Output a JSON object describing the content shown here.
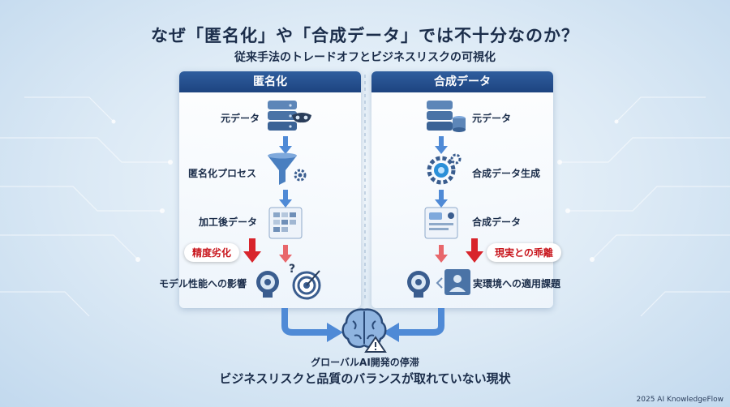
{
  "header": {
    "title": "なぜ「匿名化」や「合成データ」では不十分なのか？",
    "subtitle": "従来手法のトレードオフとビジネスリスクの可視化"
  },
  "left_panel": {
    "title": "匿名化",
    "steps": [
      "元データ",
      "匿名化プロセス",
      "加工後データ"
    ],
    "issue_badge": "精度劣化",
    "result": "モデル性能への影響"
  },
  "right_panel": {
    "title": "合成データ",
    "steps": [
      "元データ",
      "合成データ生成",
      "合成データ"
    ],
    "issue_badge": "現実との乖離",
    "result": "実環境への適用課題"
  },
  "conclusion": {
    "line1": "グローバルAI開発の停滞",
    "line2": "ビジネスリスクと品質のバランスが取れていない現状"
  },
  "footer": {
    "credit": "2025 AI KnowledgeFlow"
  },
  "colors": {
    "accent": "#1d4480",
    "arrow": "#4f8ad6",
    "alert": "#d8242b"
  }
}
